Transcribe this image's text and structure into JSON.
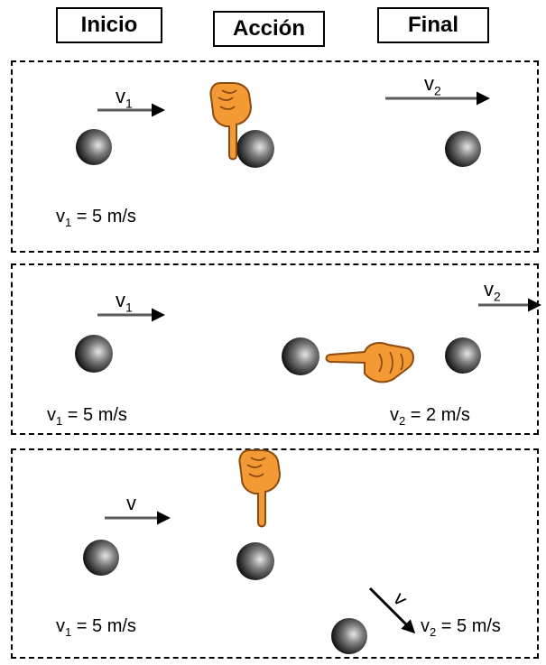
{
  "headers": {
    "inicio": "Inicio",
    "accion": "Acción",
    "final": "Final"
  },
  "panels": [
    {
      "arrow_label_1": {
        "base": "v",
        "sub": "1"
      },
      "arrow_label_2": {
        "base": "v",
        "sub": "2"
      },
      "speed_1": {
        "base": "v",
        "sub": "1",
        "text": " = 5 m/s"
      }
    },
    {
      "arrow_label_1": {
        "base": "v",
        "sub": "1"
      },
      "arrow_label_2": {
        "base": "v",
        "sub": "2"
      },
      "speed_1": {
        "base": "v",
        "sub": "1",
        "text": " = 5 m/s"
      },
      "speed_2": {
        "base": "v",
        "sub": "2",
        "text": " = 2 m/s"
      }
    },
    {
      "arrow_label_1": {
        "base": "v"
      },
      "arrow_label_2": {
        "base": "v"
      },
      "speed_1": {
        "base": "v",
        "sub": "1",
        "text": " = 5 m/s"
      },
      "speed_2": {
        "base": "v",
        "sub": "2",
        "text": " = 5 m/s"
      }
    }
  ],
  "colors": {
    "hand": "#f39a35",
    "hand_outline": "#8a4a10",
    "arrow": "#5a5a5a",
    "ball_dark": "#1a1a1a",
    "ball_light": "#dcdcdc"
  },
  "icons": [
    "hand-pointing-down-icon",
    "hand-pointing-left-icon",
    "ball-icon"
  ]
}
